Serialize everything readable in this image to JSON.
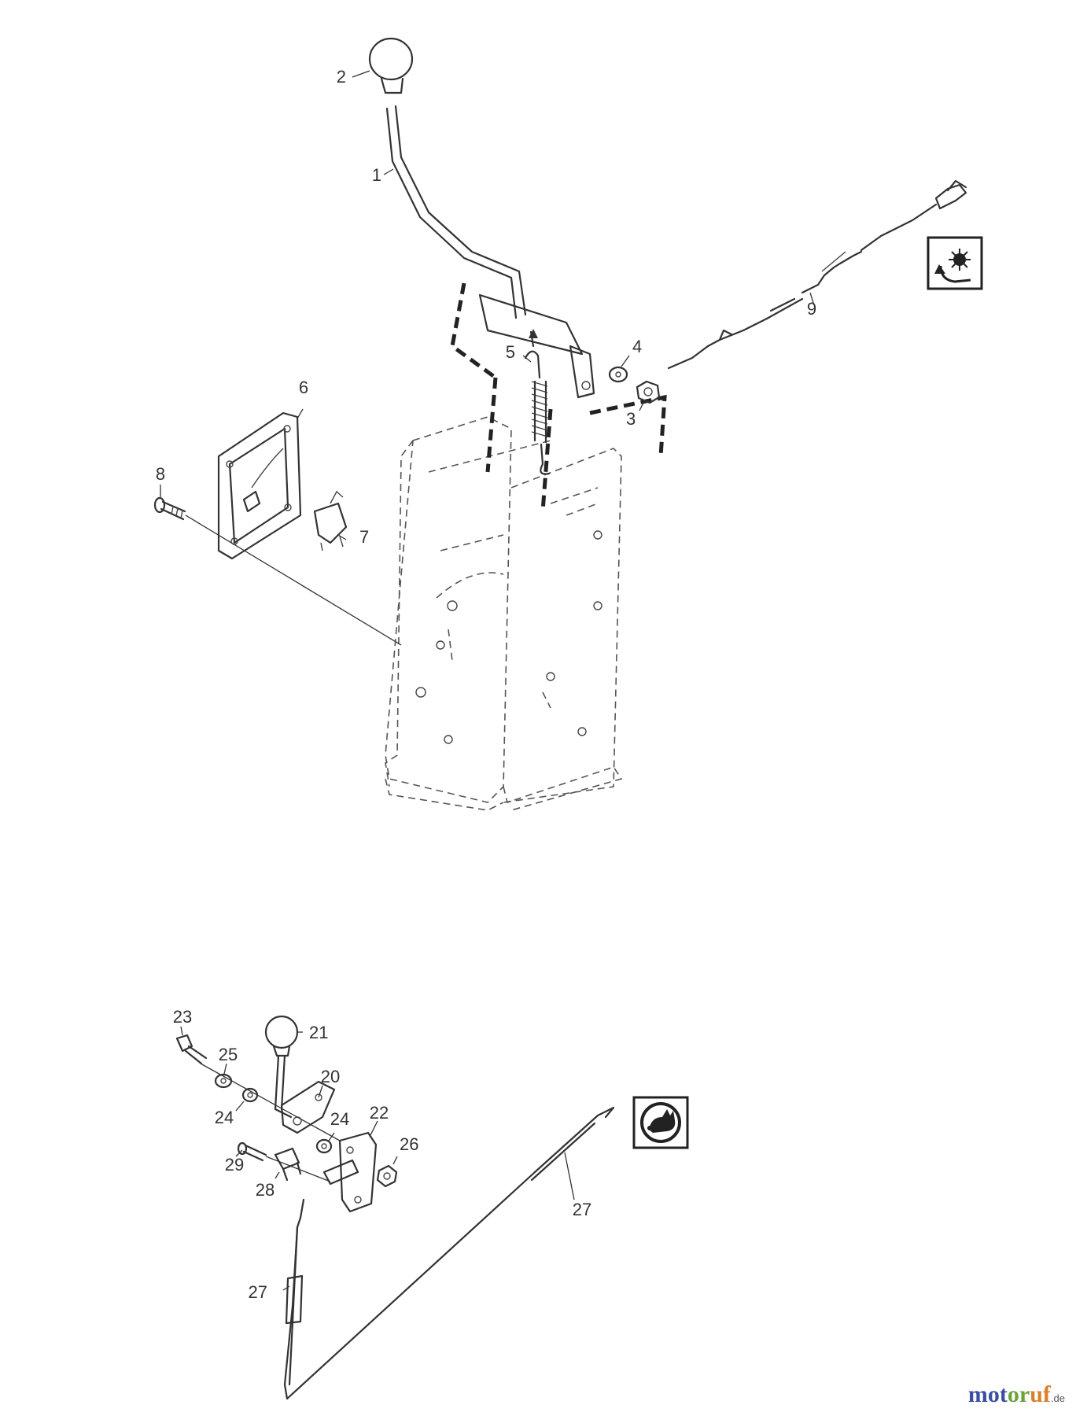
{
  "callouts": {
    "c1": "1",
    "c2": "2",
    "c3": "3",
    "c4": "4",
    "c5": "5",
    "c6": "6",
    "c7": "7",
    "c8": "8",
    "c9": "9",
    "c20": "20",
    "c21": "21",
    "c22": "22",
    "c23": "23",
    "c24a": "24",
    "c24b": "24",
    "c25": "25",
    "c26": "26",
    "c27a": "27",
    "c27b": "27",
    "c28": "28",
    "c29": "29"
  },
  "icons": {
    "upper": "pto-engage-icon",
    "lower": "rabbit-fast-speed-icon"
  },
  "watermark": {
    "part_a": "mot",
    "part_b": "or",
    "part_c": "uf",
    "tld": ".de"
  }
}
